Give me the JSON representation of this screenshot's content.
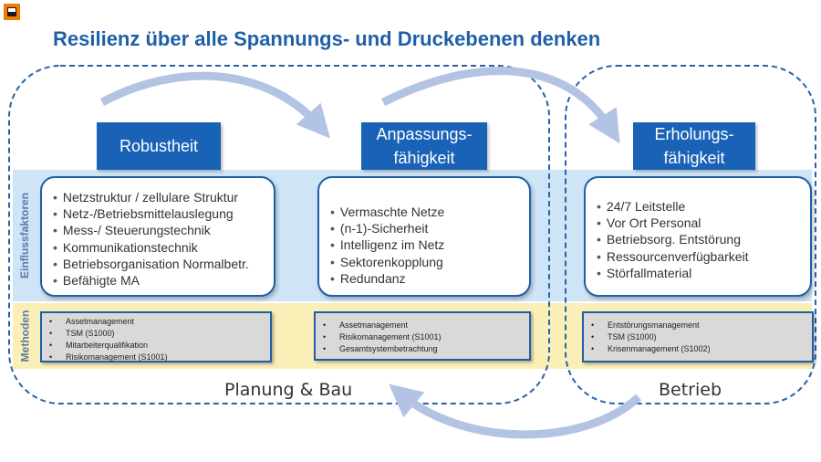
{
  "title": "Resilienz über alle Spannungs- und Druckebenen denken",
  "logo_icon": "orange-square-logo-icon",
  "row_labels": {
    "factors": "Einflussfaktoren",
    "methods": "Methoden"
  },
  "columns": [
    {
      "header": [
        "Robustheit"
      ],
      "factors": [
        "Netzstruktur / zellulare Struktur",
        "Netz-/Betriebsmittelauslegung",
        "Mess-/ Steuerungstechnik",
        "Kommunikationstechnik",
        "Betriebsorganisation Normalbetr.",
        "Befähigte MA"
      ],
      "methods": [
        "Assetmanagement",
        "TSM (S1000)",
        "Mitarbeiterqualifikation",
        "Risikomanagement (S1001)"
      ]
    },
    {
      "header": [
        "Anpassungs-",
        "fähigkeit"
      ],
      "factors": [
        "Vermaschte Netze",
        "(n-1)-Sicherheit",
        "Intelligenz im Netz",
        "Sektorenkopplung",
        "Redundanz"
      ],
      "methods": [
        "Assetmanagement",
        "Risikomanagement (S1001)",
        "Gesamtsystembetrachtung"
      ]
    },
    {
      "header": [
        "Erholungs-",
        "fähigkeit"
      ],
      "factors": [
        "24/7 Leitstelle",
        "Vor Ort Personal",
        "Betriebsorg. Entstörung",
        "Ressourcenverfügbarkeit",
        "Störfallmaterial"
      ],
      "methods": [
        "Entstörungsmanagement",
        "TSM (S1000)",
        "Krisenmanagement (S1002)"
      ]
    }
  ],
  "phases": {
    "left": "Planung & Bau",
    "right": "Betrieb"
  },
  "colors": {
    "title": "#1f5fa8",
    "header_fill": "#1a62b6",
    "factor_band": "#cfe4f6",
    "method_band": "#fbefb8",
    "method_box": "#d9d9d9",
    "arrow": "#b3c3e3",
    "dashed_border": "#2a62a8"
  }
}
